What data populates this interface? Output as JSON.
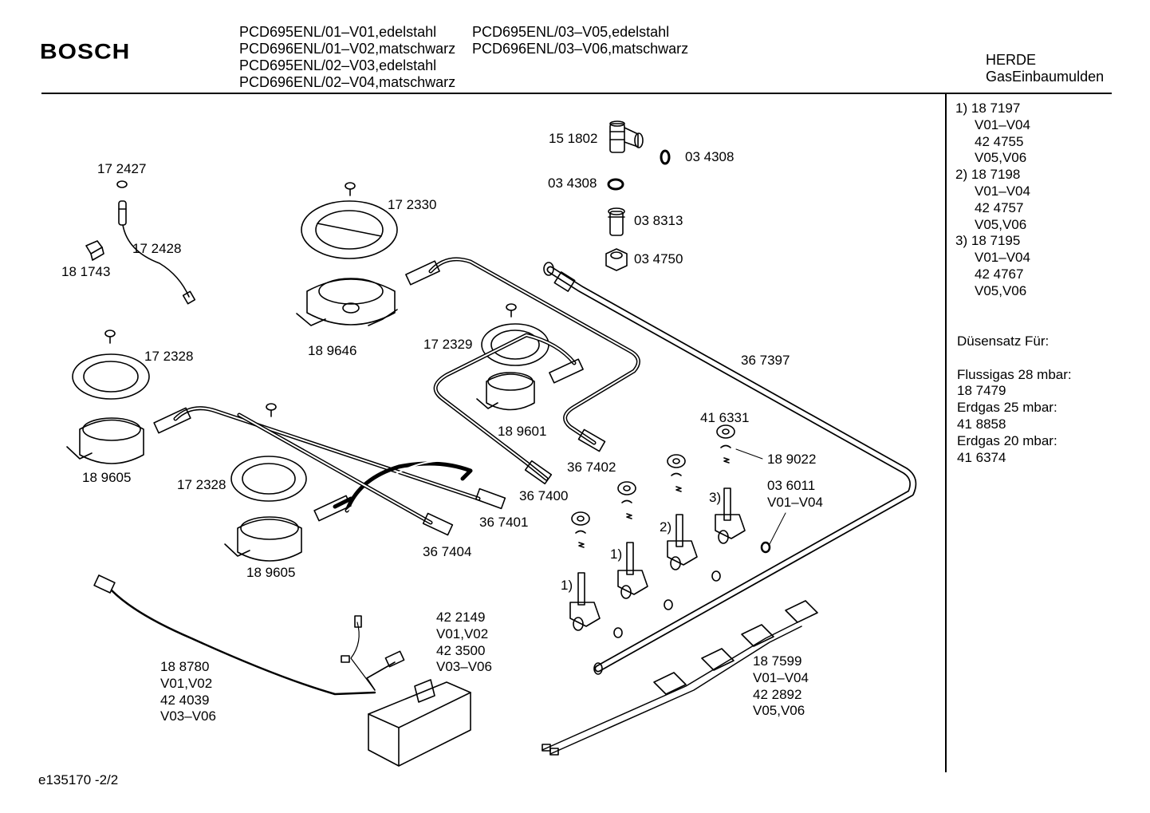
{
  "brand": "BOSCH",
  "models": {
    "col1": [
      "PCD695ENL/01–V01,edelstahl",
      "PCD696ENL/01–V02,matschwarz",
      "PCD695ENL/02–V03,edelstahl",
      "PCD696ENL/02–V04,matschwarz"
    ],
    "col2": [
      "PCD695ENL/03–V05,edelstahl",
      "PCD696ENL/03–V06,matschwarz"
    ]
  },
  "category": [
    "HERDE",
    "GasEinbaumulden"
  ],
  "sidebar": {
    "groups": [
      {
        "marker": "1)",
        "lines": [
          "18 7197",
          "V01–V04",
          "42 4755",
          "V05,V06"
        ]
      },
      {
        "marker": "2)",
        "lines": [
          "18 7198",
          "V01–V04",
          "42 4757",
          "V05,V06"
        ]
      },
      {
        "marker": "3)",
        "lines": [
          "18 7195",
          "V01–V04",
          "42 4767",
          "V05,V06"
        ]
      }
    ],
    "nozzle_heading": "Düsensatz Für:",
    "nozzle_lines": [
      "Flussigas 28 mbar:",
      "18 7479",
      "Erdgas 25 mbar:",
      "41 8858",
      "Erdgas 20 mbar:",
      "41 6374"
    ]
  },
  "footer": "e135170   -2/2",
  "parts": [
    {
      "id": "p151802",
      "text": "15 1802"
    },
    {
      "id": "p034308a",
      "text": "03 4308"
    },
    {
      "id": "p034308b",
      "text": "03 4308"
    },
    {
      "id": "p038313",
      "text": "03 8313"
    },
    {
      "id": "p034750",
      "text": "03 4750"
    },
    {
      "id": "p172427",
      "text": "17 2427"
    },
    {
      "id": "p172428",
      "text": "17 2428"
    },
    {
      "id": "p181743",
      "text": "18 1743"
    },
    {
      "id": "p172330",
      "text": "17 2330"
    },
    {
      "id": "p189646",
      "text": "18 9646"
    },
    {
      "id": "p172329",
      "text": "17 2329"
    },
    {
      "id": "p367397",
      "text": "36 7397"
    },
    {
      "id": "p172328a",
      "text": "17 2328"
    },
    {
      "id": "p189601",
      "text": "18 9601"
    },
    {
      "id": "p367402",
      "text": "36 7402"
    },
    {
      "id": "p416331",
      "text": "41 6331"
    },
    {
      "id": "p189022",
      "text": "18 9022"
    },
    {
      "id": "p189605a",
      "text": "18 9605"
    },
    {
      "id": "p172328b",
      "text": "17 2328"
    },
    {
      "id": "p367400",
      "text": "36 7400"
    },
    {
      "id": "p367401",
      "text": "36 7401"
    },
    {
      "id": "p036011",
      "text": "03 6011\nV01–V04"
    },
    {
      "id": "p189605b",
      "text": "18 9605"
    },
    {
      "id": "p367404",
      "text": "36 7404"
    },
    {
      "id": "m3",
      "text": "3)"
    },
    {
      "id": "m2",
      "text": "2)"
    },
    {
      "id": "m1a",
      "text": "1)"
    },
    {
      "id": "m1b",
      "text": "1)"
    },
    {
      "id": "p422149",
      "text": "42 2149\nV01,V02\n42 3500\nV03–V06"
    },
    {
      "id": "p188780",
      "text": "18 8780\nV01,V02\n42 4039\nV03–V06"
    },
    {
      "id": "p187599",
      "text": "18 7599\nV01–V04\n42 2892\nV05,V06"
    }
  ]
}
